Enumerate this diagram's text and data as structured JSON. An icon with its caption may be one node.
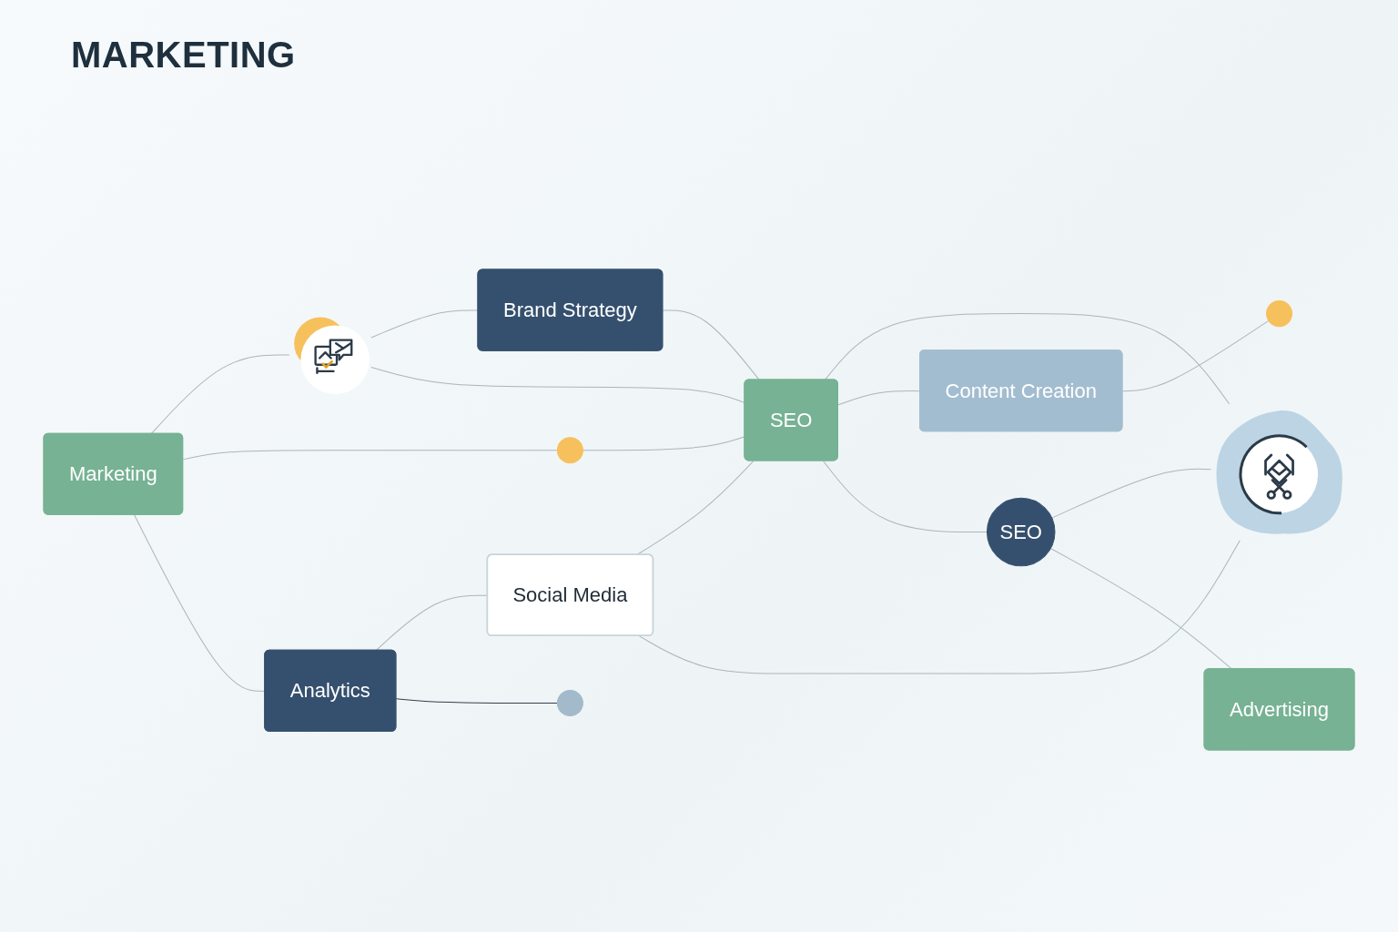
{
  "diagram": {
    "title": "MARKETING",
    "nodes": [
      {
        "text": [
          "Brand Strategy"
        ]
      },
      {
        "text": [
          "Marketing"
        ]
      },
      {
        "text": [],
        "shape": "picture"
      },
      {
        "text": [
          "Content Creation"
        ]
      },
      {
        "text": [],
        "shape": "circle"
      },
      {
        "text": [
          "SEO"
        ]
      },
      {
        "text": [],
        "shape": "circle"
      },
      {
        "text": [
          "SEO"
        ]
      },
      {
        "text": [
          "Social Media"
        ]
      },
      {
        "text": [
          "Analytics"
        ]
      },
      {
        "text": [
          "Advertising"
        ]
      },
      {
        "text": [],
        "shape": "picture"
      },
      {
        "text": [],
        "shape": "circle"
      }
    ],
    "edges": [
      {
        "from": 1,
        "to": 2,
        "arrow": "none"
      },
      {
        "from": 2,
        "to": 0,
        "arrow": "none"
      },
      {
        "from": 2,
        "to": 5,
        "arrow": "none"
      },
      {
        "from": 0,
        "to": 5,
        "arrow": "none"
      },
      {
        "from": 1,
        "to": 4,
        "arrow": "none"
      },
      {
        "from": 4,
        "to": 5,
        "arrow": "none"
      },
      {
        "from": 1,
        "to": 9,
        "arrow": "none"
      },
      {
        "from": 9,
        "to": 8,
        "arrow": "none"
      },
      {
        "from": 8,
        "to": 5,
        "arrow": "none"
      },
      {
        "from": 8,
        "to": 11,
        "arrow": "none"
      },
      {
        "from": 5,
        "to": 11,
        "arrow": "none"
      },
      {
        "from": 5,
        "to": 3,
        "arrow": "none"
      },
      {
        "from": 3,
        "to": 6,
        "arrow": "none"
      },
      {
        "from": 5,
        "to": 7,
        "arrow": "none"
      },
      {
        "from": 7,
        "to": 11,
        "arrow": "none"
      },
      {
        "from": 7,
        "to": 10,
        "arrow": "none"
      },
      {
        "from": 9,
        "to": 12,
        "arrow": "none",
        "color": "#34404c"
      }
    ]
  }
}
